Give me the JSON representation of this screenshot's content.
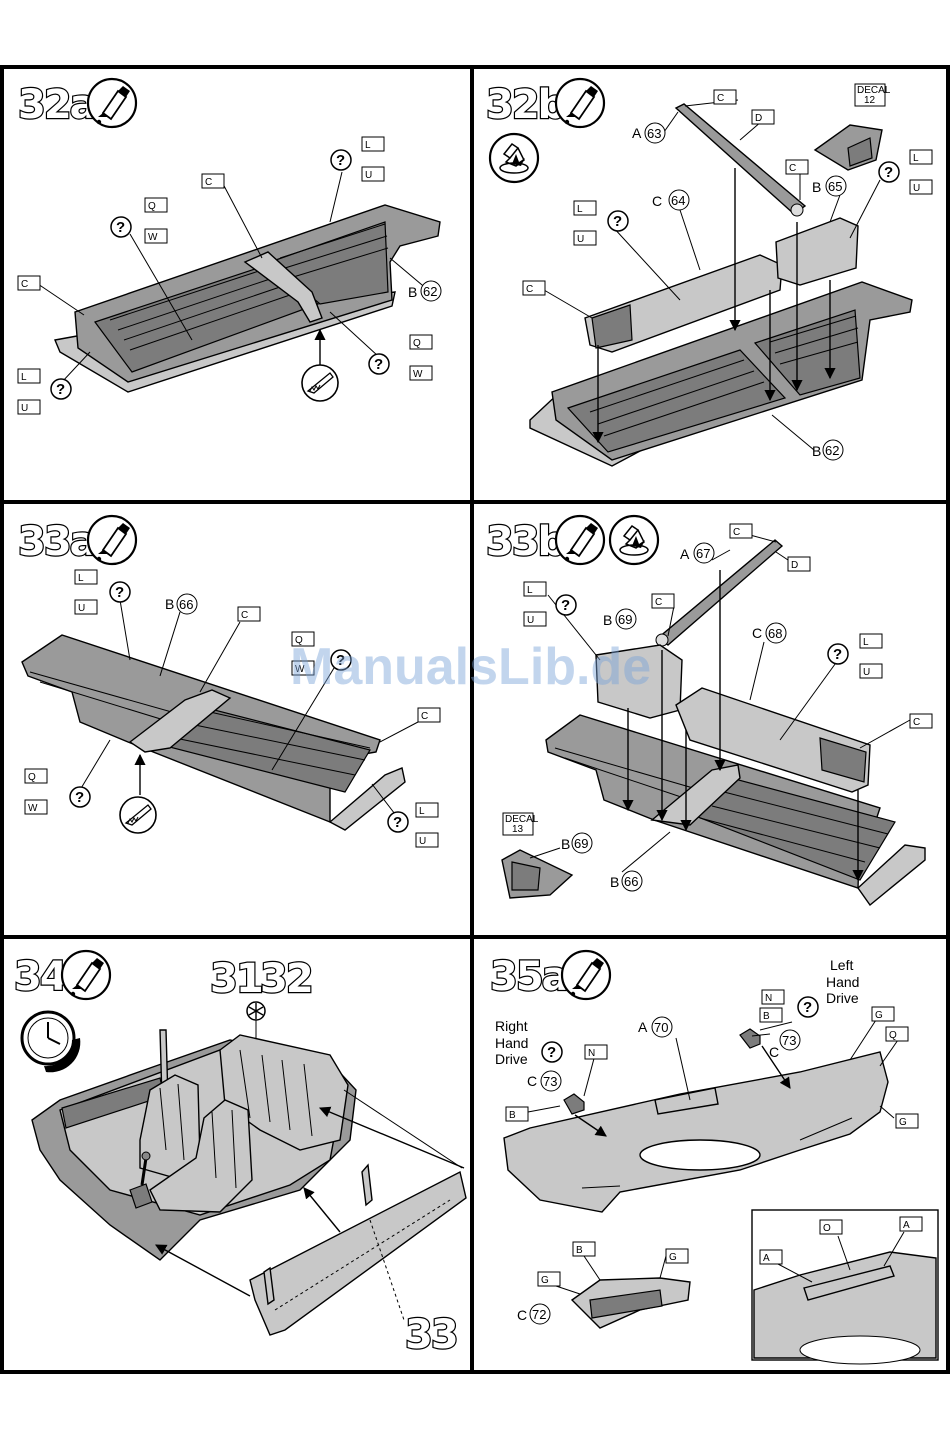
{
  "watermark": "ManualsLib.de",
  "steps": {
    "s32a": {
      "number": "32a"
    },
    "s32b": {
      "number": "32b",
      "decal": {
        "title": "DECAL",
        "num": "12"
      }
    },
    "s33a": {
      "number": "33a"
    },
    "s33b": {
      "number": "33b",
      "decal": {
        "title": "DECAL",
        "num": "13"
      }
    },
    "s34": {
      "number": "34",
      "refs": [
        "31",
        "32"
      ],
      "result": "33"
    },
    "s35a": {
      "number": "35a"
    }
  },
  "letters": {
    "C": "C",
    "D": "D",
    "L": "L",
    "U": "U",
    "Q": "Q",
    "W": "W",
    "N": "N",
    "B": "B",
    "G": "G",
    "A": "A",
    "O": "O"
  },
  "parts": {
    "p62": "62",
    "p63": "63",
    "p64": "64",
    "p65": "65",
    "p66": "66",
    "p67": "67",
    "p68": "68",
    "p69": "69",
    "p70": "70",
    "p72": "72",
    "p73": "73"
  },
  "notes": {
    "right_hand": [
      "Right",
      "Hand",
      "Drive"
    ],
    "left_hand": [
      "Left",
      "Hand",
      "Drive"
    ]
  },
  "icons": [
    "glue-tube-icon",
    "paint-drip-icon",
    "clock-icon",
    "saw-cut-icon",
    "help-circle-icon"
  ]
}
